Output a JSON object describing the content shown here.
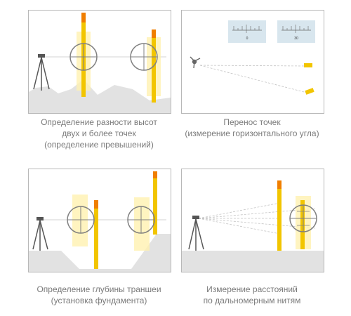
{
  "colors": {
    "ground": "#e2e2e2",
    "panel_border": "#b8b8b8",
    "staff_yellow": "#f2c500",
    "staff_orange": "#f07e00",
    "staff_glow": "#fff1b0",
    "scope_ring": "#808080",
    "caption_text": "#7a7a7a",
    "sight_line": "#c4c4c4",
    "dial_bg": "#d8e6ee"
  },
  "panels": [
    {
      "id": "height-difference",
      "caption_lines": [
        "Определение разности высот",
        "двух и более точек",
        "(определение превышений)"
      ]
    },
    {
      "id": "point-transfer",
      "caption_lines": [
        "Перенос точек",
        "(измерение горизонтального угла)"
      ],
      "dials": [
        {
          "label": "0"
        },
        {
          "label": "30"
        }
      ]
    },
    {
      "id": "trench-depth",
      "caption_lines": [
        "Определение глубины траншеи",
        "(установка фундамента)"
      ]
    },
    {
      "id": "distance-measurement",
      "caption_lines": [
        "Измерение расстояний",
        "по дальномерным нитям"
      ]
    }
  ]
}
